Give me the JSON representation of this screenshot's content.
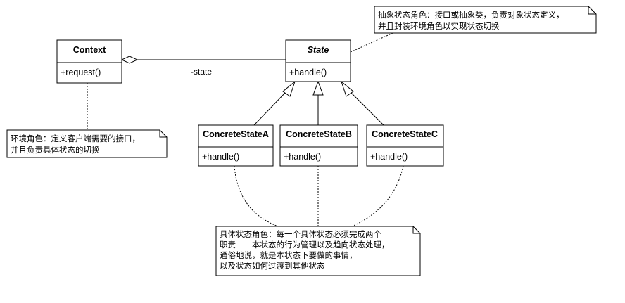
{
  "classes": {
    "context": {
      "name": "Context",
      "operation": "+request()"
    },
    "state": {
      "name": "State",
      "operation": "+handle()"
    },
    "concrete_a": {
      "name": "ConcreteStateA",
      "operation": "+handle()"
    },
    "concrete_b": {
      "name": "ConcreteStateB",
      "operation": "+handle()"
    },
    "concrete_c": {
      "name": "ConcreteStateC",
      "operation": "+handle()"
    }
  },
  "association": {
    "role_label": "-state"
  },
  "notes": {
    "abstract_state": {
      "lines": [
        "抽象状态角色：接口或抽象类，负责对象状态定义，",
        "并且封装环境角色以实现状态切换"
      ]
    },
    "context": {
      "lines": [
        "环境角色：定义客户端需要的接口，",
        "并且负责具体状态的切换"
      ]
    },
    "concrete_state": {
      "lines": [
        "具体状态角色：每一个具体状态必须完成两个",
        "职责——本状态的行为管理以及趋向状态处理，",
        "通俗地说，就是本状态下要做的事情，",
        "以及状态如何过渡到其他状态"
      ]
    }
  }
}
